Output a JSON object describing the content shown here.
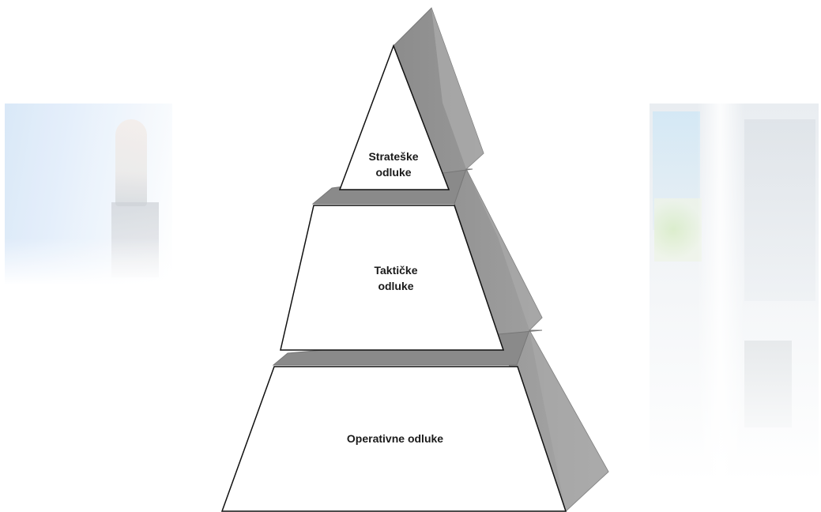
{
  "diagram": {
    "levels": [
      {
        "id": "top",
        "label": "Strateške\nodluke"
      },
      {
        "id": "middle",
        "label": "Taktičke\nodluke"
      },
      {
        "id": "bottom",
        "label": "Operativne odluke"
      }
    ]
  },
  "colors": {
    "face": "#ffffff",
    "outline": "#111111",
    "side_light": "#9e9e9e",
    "side_dark": "#7f7f7f",
    "ledge": "#8a8a8a"
  }
}
